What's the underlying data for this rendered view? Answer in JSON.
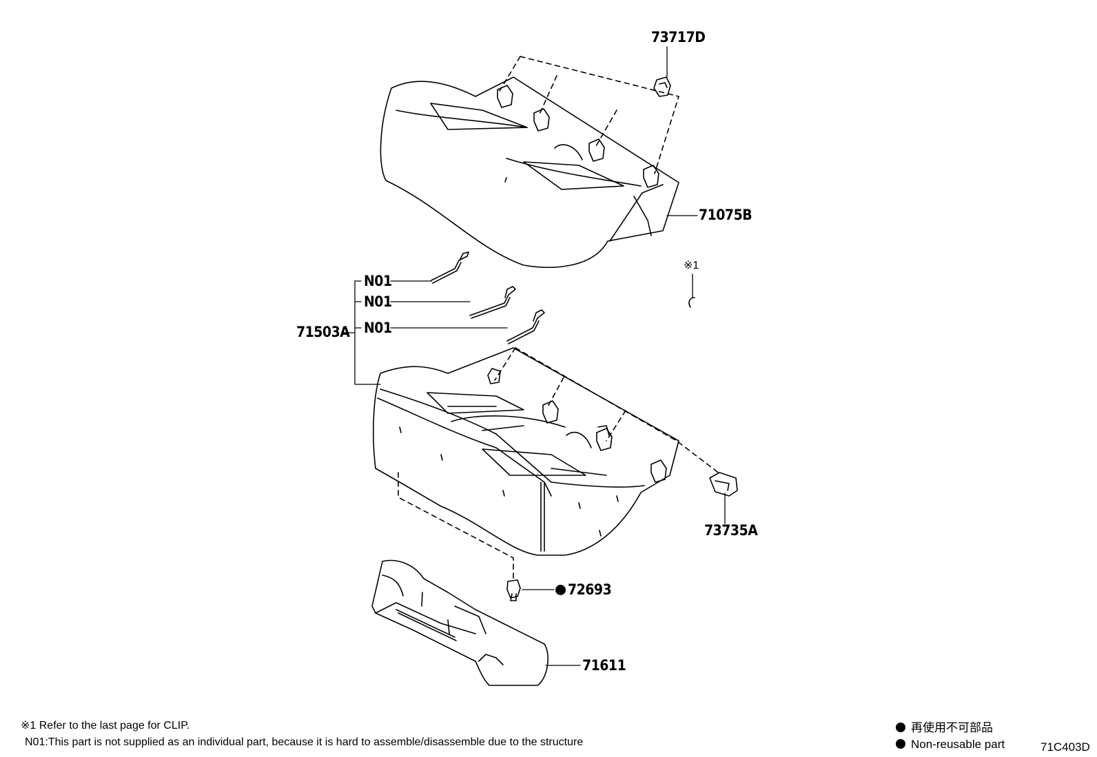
{
  "parts": {
    "p73717D": "73717D",
    "p71075B": "71075B",
    "p71503A": "71503A",
    "n01_a": "N01",
    "n01_b": "N01",
    "n01_c": "N01",
    "p73735A": "73735A",
    "p72693": "72693",
    "p71611": "71611"
  },
  "ref_mark": "※1",
  "notes": {
    "clip_note": "※1 Refer to the last page for CLIP.",
    "n01_note": "N01:This part is not supplied as an individual part, because it is hard to assemble/disassemble due to the structure"
  },
  "legend": {
    "jp": "再使用不可部品",
    "en": "Non-reusable part"
  },
  "diagram_code": "71C403D",
  "icons": {
    "non_reusable": "filled-circle-icon"
  }
}
